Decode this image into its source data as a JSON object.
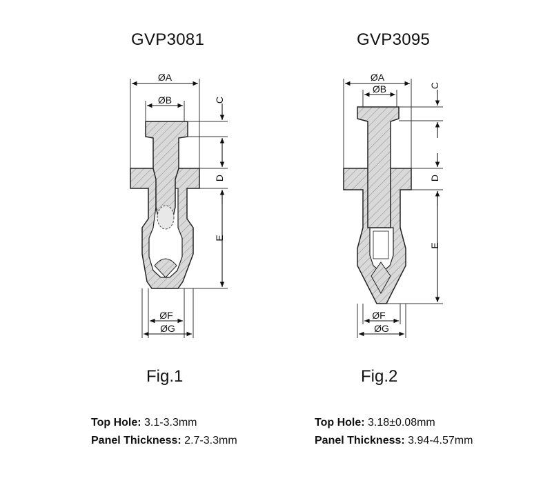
{
  "parts": [
    {
      "model": "GVP3081",
      "figure": "Fig.1",
      "dims": {
        "a": "ØA",
        "b": "ØB",
        "c": "C",
        "d": "D",
        "e": "E",
        "f": "ØF",
        "g": "ØG"
      },
      "specs": [
        {
          "label": "Top Hole:",
          "value": "3.1-3.3mm"
        },
        {
          "label": "Panel Thickness:",
          "value": "2.7-3.3mm"
        }
      ]
    },
    {
      "model": "GVP3095",
      "figure": "Fig.2",
      "dims": {
        "a": "ØA",
        "b": "ØB",
        "c": "C",
        "d": "D",
        "e": "E",
        "f": "ØF",
        "g": "ØG"
      },
      "specs": [
        {
          "label": "Top Hole:",
          "value": "3.18±0.08mm"
        },
        {
          "label": "Panel Thickness:",
          "value": "3.94-4.57mm"
        }
      ]
    }
  ]
}
